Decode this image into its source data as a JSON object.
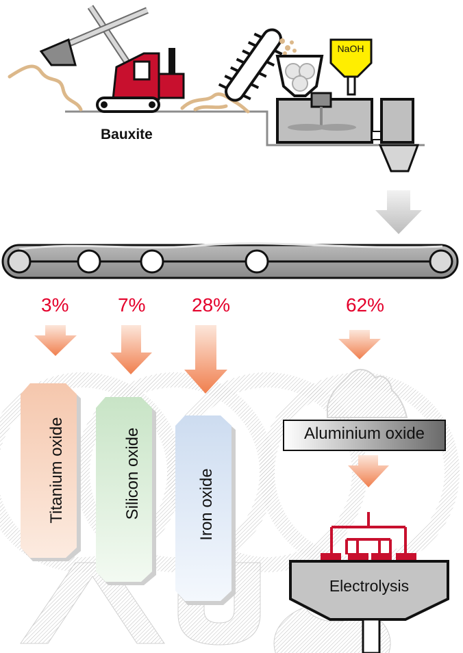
{
  "labels": {
    "bauxite": "Bauxite",
    "naoh": "NaOH",
    "electrolysis": "Electrolysis",
    "aluminium_oxide": "Aluminium oxide"
  },
  "outputs": [
    {
      "percent": "3%",
      "label": "Titanium oxide"
    },
    {
      "percent": "7%",
      "label": "Silicon oxide"
    },
    {
      "percent": "28%",
      "label": "Iron oxide"
    },
    {
      "percent": "62%",
      "label": "Aluminium oxide"
    }
  ],
  "colors": {
    "percent": "#e4002b",
    "excavator": "#c8102e",
    "naoh_hopper": "#ffee00",
    "arrow_gradient_top": "#fbe3d6",
    "arrow_gradient_bottom": "#f08a5a",
    "titanium_bar": "#f7d9c8",
    "silicon_bar": "#d6ecd4",
    "iron_bar": "#d6e4f4"
  },
  "background": {
    "watermark": "AUDI rings"
  }
}
